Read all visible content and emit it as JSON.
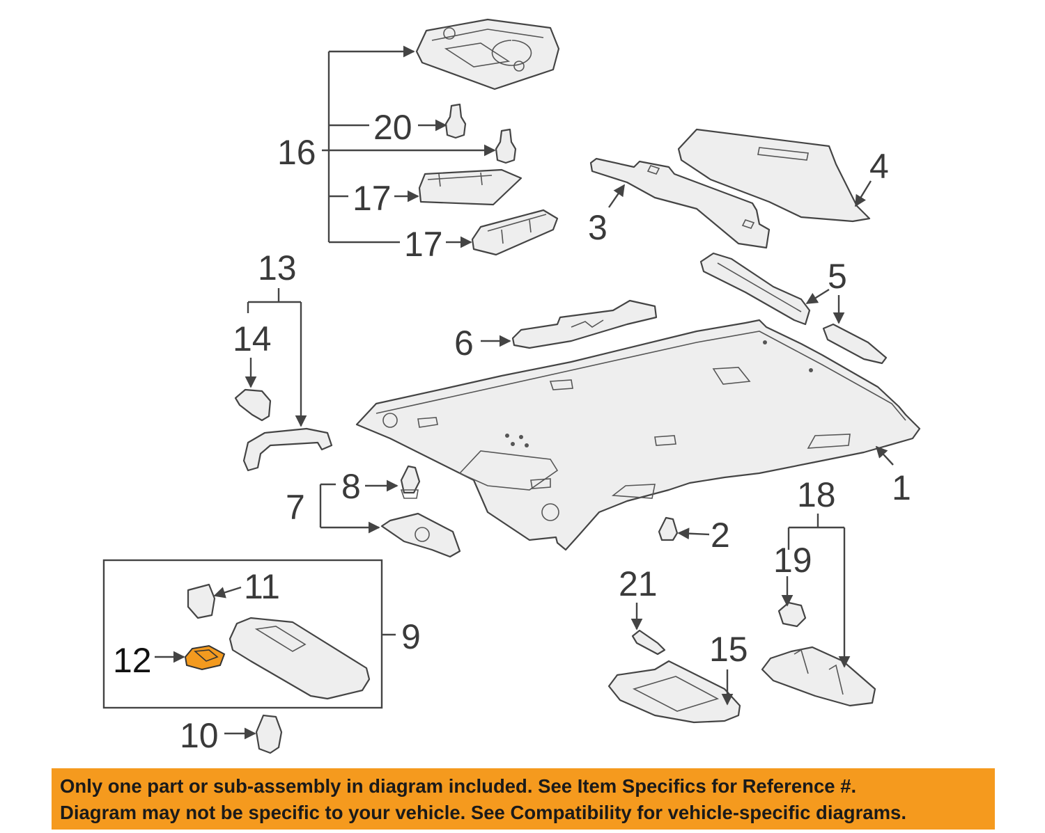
{
  "callouts": {
    "c1": "1",
    "c2": "2",
    "c3": "3",
    "c4": "4",
    "c5": "5",
    "c6": "6",
    "c7": "7",
    "c8": "8",
    "c9": "9",
    "c10": "10",
    "c11": "11",
    "c12": "12",
    "c13": "13",
    "c14": "14",
    "c15": "15",
    "c16": "16",
    "c17a": "17",
    "c17b": "17",
    "c18": "18",
    "c19": "19",
    "c20": "20",
    "c21": "21"
  },
  "highlight_color": "#f39a1f",
  "banner_color": "#f59a1e",
  "disclaimer": {
    "line1": "Only one part or sub-assembly in diagram included. See Item Specifics for Reference #.",
    "line2": "Diagram may not be specific to your vehicle. See Compatibility for vehicle-specific diagrams."
  }
}
